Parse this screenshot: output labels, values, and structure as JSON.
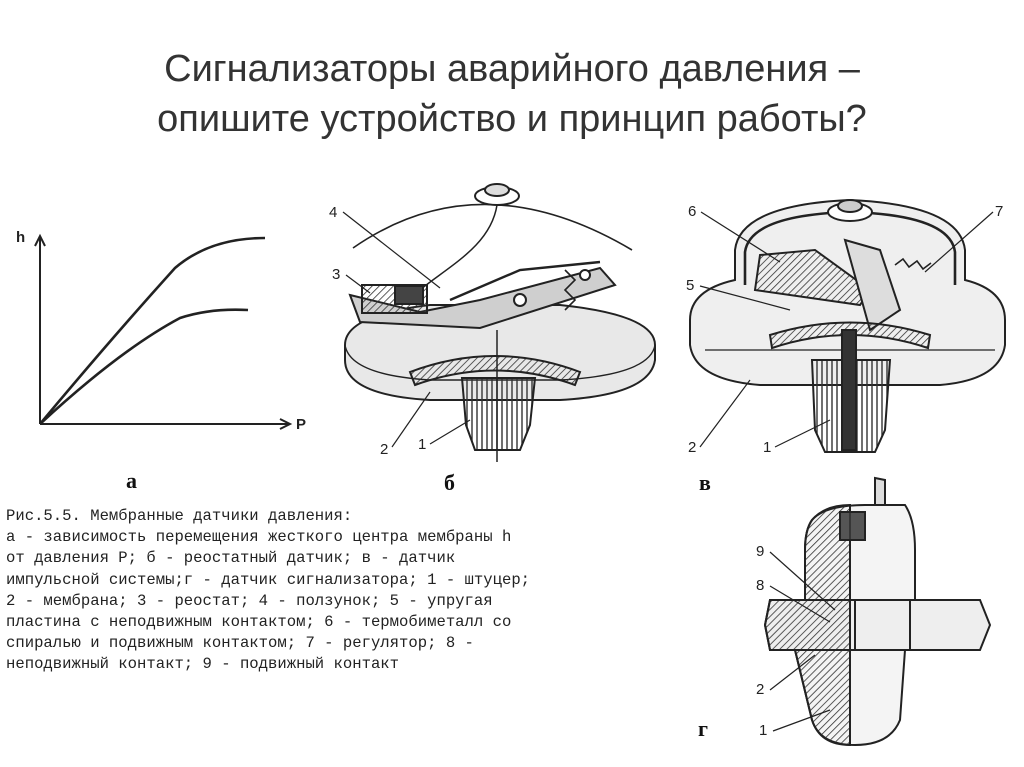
{
  "title": {
    "line1": "Сигнализаторы аварийного давления –",
    "line2": "опишите устройство и принцип работы?"
  },
  "graph": {
    "y_label": "h",
    "x_label": "P"
  },
  "figures": {
    "a": "а",
    "b": {
      "letter": "б",
      "labels": [
        "4",
        "3",
        "2",
        "1"
      ]
    },
    "v": {
      "letter": "в",
      "labels": [
        "6",
        "7",
        "5",
        "2",
        "1"
      ]
    },
    "g": {
      "letter": "г",
      "labels": [
        "9",
        "8",
        "2",
        "1"
      ]
    }
  },
  "caption": {
    "lines": [
      "Рис.5.5. Мембранные датчики давления:",
      "а - зависимость перемещения жесткого центра мембраны h",
      "от давления P; б - реостатный датчик; в - датчик",
      "импульсной системы;г - датчик сигнализатора; 1 - штуцер;",
      "2 - мембрана; 3 - реостат; 4 - ползунок; 5 - упругая",
      "пластина с неподвижным контактом; 6 - термобиметалл со",
      "спиралью и подвижным контактом; 7 - регулятор; 8 -",
      "неподвижный контакт; 9 - подвижный контакт"
    ]
  }
}
